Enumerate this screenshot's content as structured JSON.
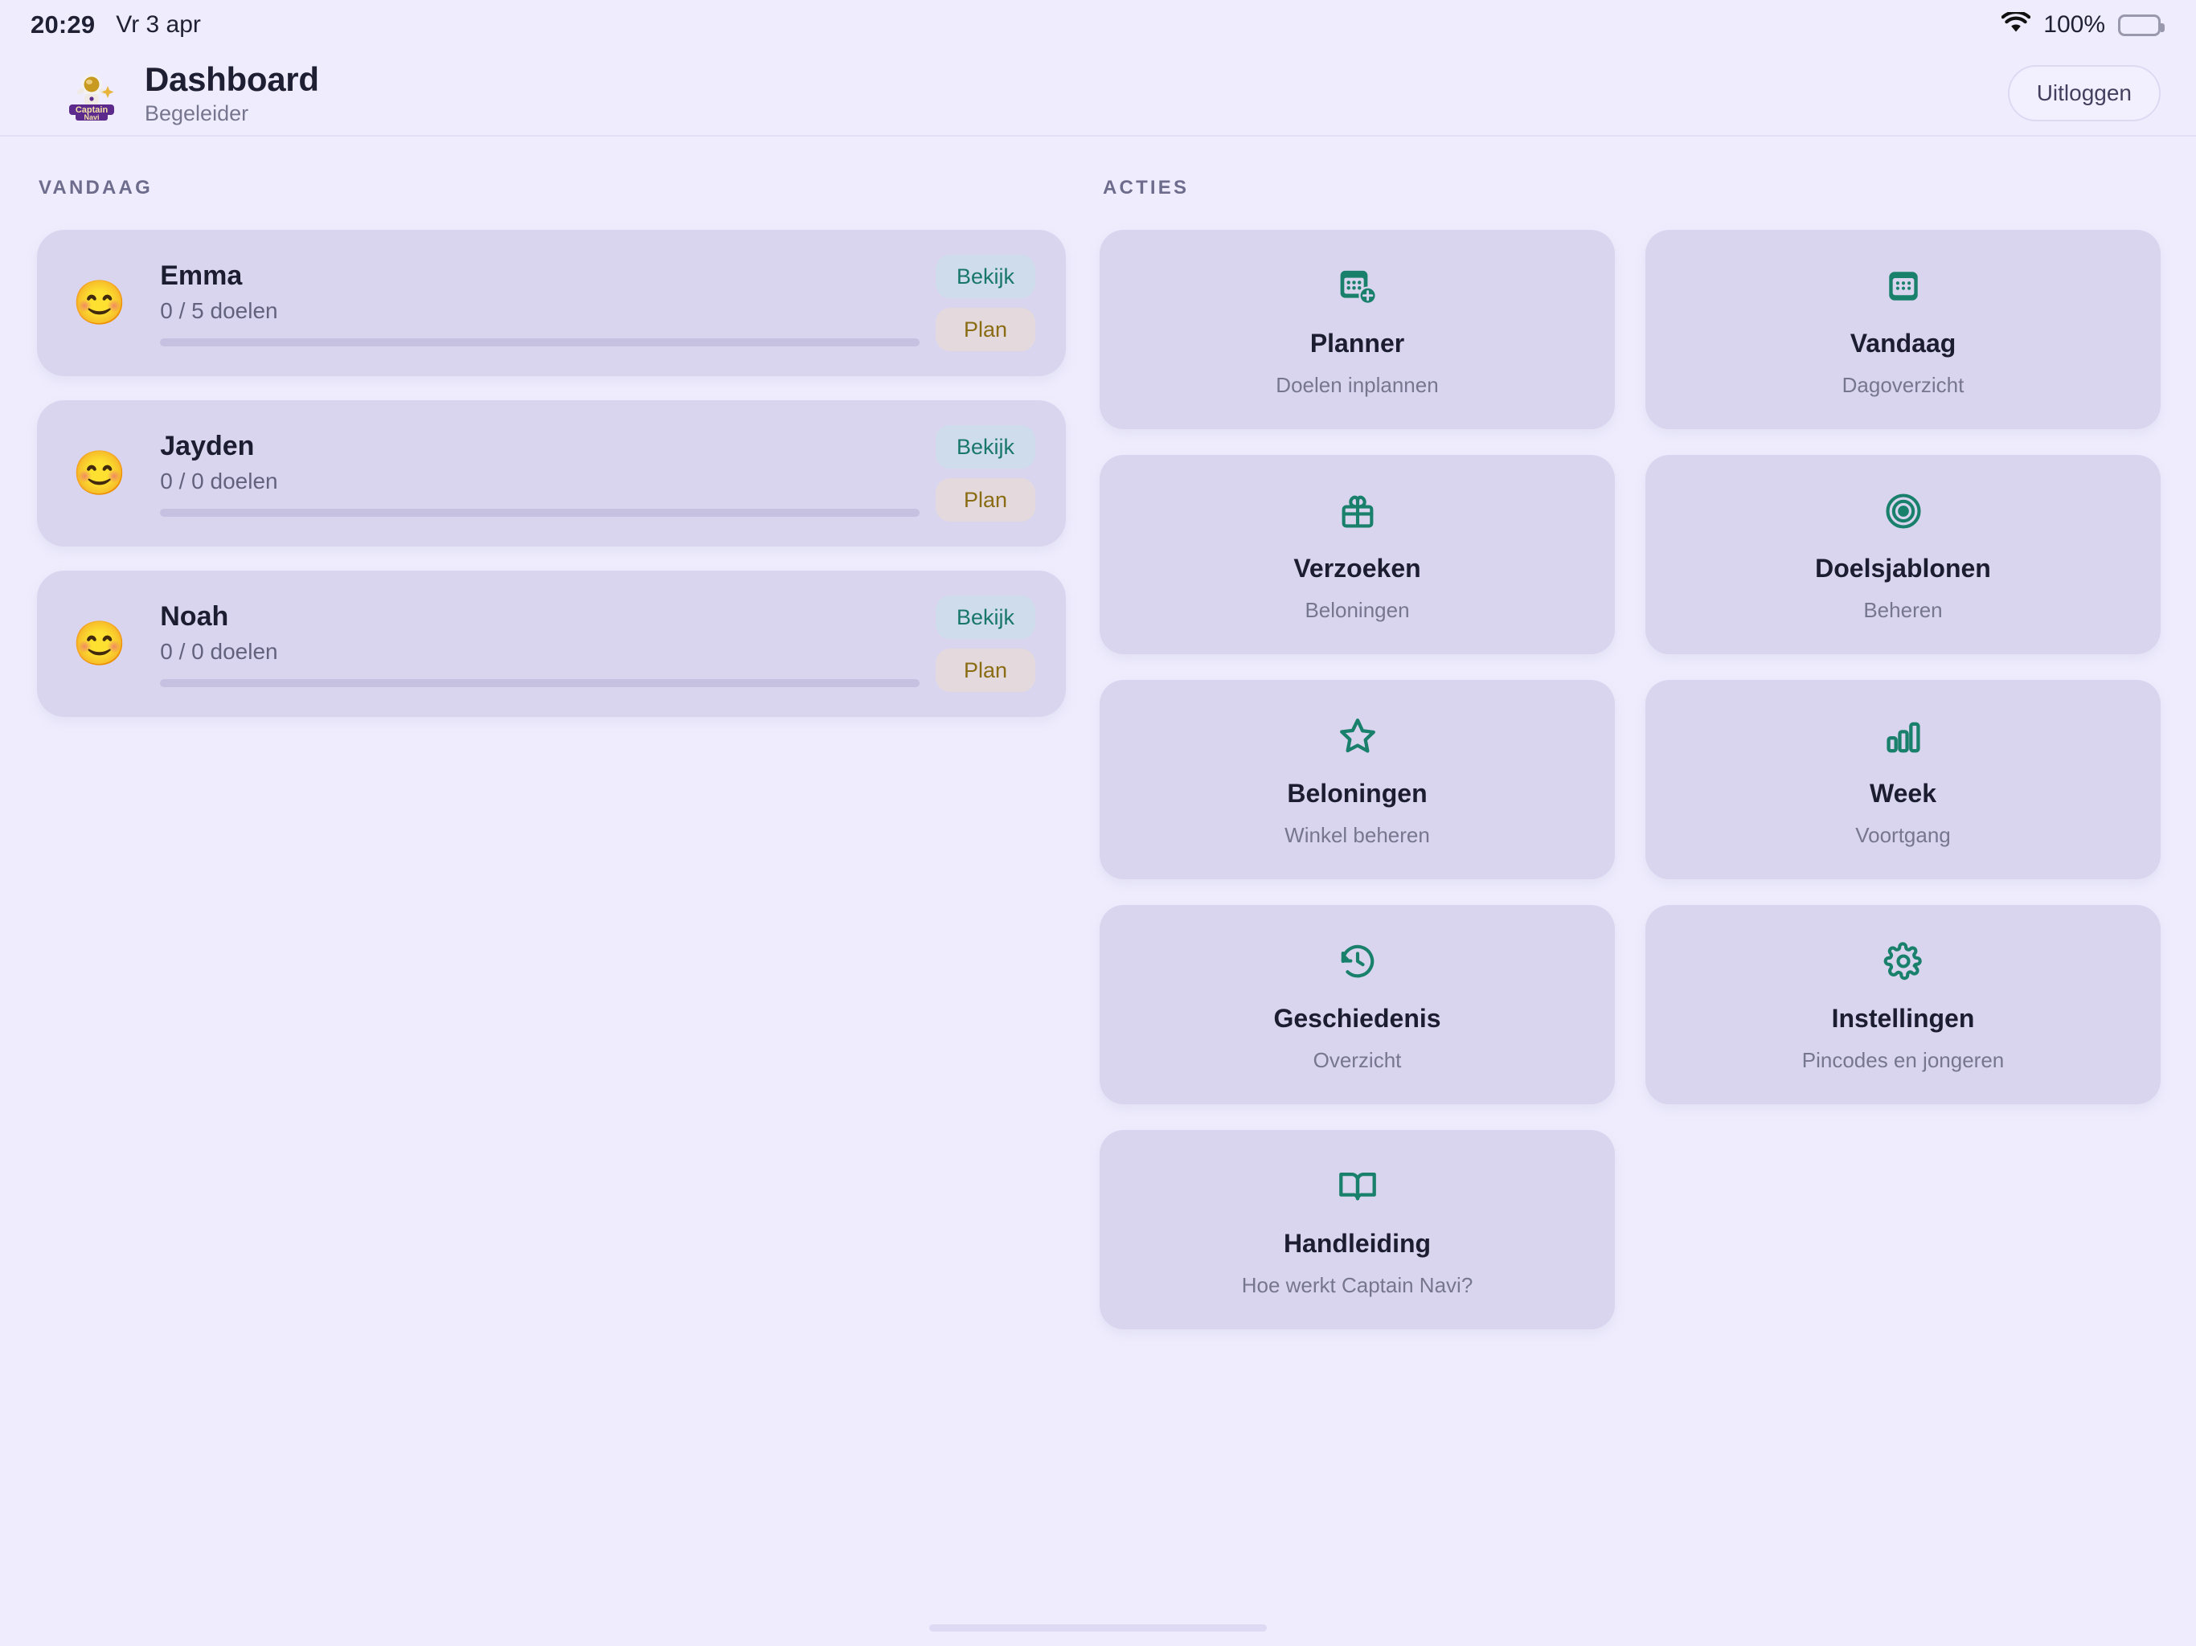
{
  "statusbar": {
    "time": "20:29",
    "date": "Vr 3 apr",
    "battery_percent": "100%",
    "wifi_icon": "wifi-icon",
    "battery_icon": "battery-full-icon"
  },
  "header": {
    "logo_alt": "captain-navi-logo",
    "title": "Dashboard",
    "subtitle": "Begeleider",
    "logout_label": "Uitloggen"
  },
  "today": {
    "section_label": "VANDAAG",
    "children": [
      {
        "avatar": "😊",
        "name": "Emma",
        "goals": "0 / 5 doelen",
        "progress_percent": 0,
        "view_label": "Bekijk",
        "plan_label": "Plan"
      },
      {
        "avatar": "😊",
        "name": "Jayden",
        "goals": "0 / 0 doelen",
        "progress_percent": 0,
        "view_label": "Bekijk",
        "plan_label": "Plan"
      },
      {
        "avatar": "😊",
        "name": "Noah",
        "goals": "0 / 0 doelen",
        "progress_percent": 0,
        "view_label": "Bekijk",
        "plan_label": "Plan"
      }
    ]
  },
  "actions": {
    "section_label": "ACTIES",
    "items": [
      {
        "icon": "calendar-plus-icon",
        "title": "Planner",
        "subtitle": "Doelen inplannen"
      },
      {
        "icon": "calendar-today-icon",
        "title": "Vandaag",
        "subtitle": "Dagoverzicht"
      },
      {
        "icon": "gift-icon",
        "title": "Verzoeken",
        "subtitle": "Beloningen"
      },
      {
        "icon": "target-icon",
        "title": "Doelsjablonen",
        "subtitle": "Beheren"
      },
      {
        "icon": "star-icon",
        "title": "Beloningen",
        "subtitle": "Winkel beheren"
      },
      {
        "icon": "bar-chart-icon",
        "title": "Week",
        "subtitle": "Voortgang"
      },
      {
        "icon": "history-clock-icon",
        "title": "Geschiedenis",
        "subtitle": "Overzicht"
      },
      {
        "icon": "gear-icon",
        "title": "Instellingen",
        "subtitle": "Pincodes en jongeren"
      },
      {
        "icon": "book-open-icon",
        "title": "Handleiding",
        "subtitle": "Hoe werkt Captain Navi?"
      }
    ]
  },
  "colors": {
    "background": "#efedfd",
    "card": "#d9d5ef",
    "accent_teal": "#18776a",
    "accent_amber": "#8a6c12",
    "text_primary": "#1c1d30",
    "text_muted": "#77768f"
  }
}
